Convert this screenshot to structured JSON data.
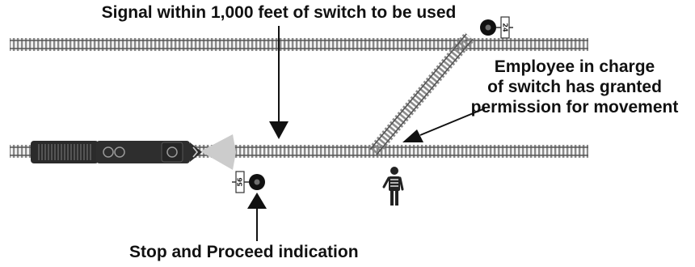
{
  "labels": {
    "signal_distance": "Signal within 1,000 feet of switch to be used",
    "employee_permission": [
      "Employee in charge",
      "of switch has granted",
      "permission for movement"
    ],
    "stop_proceed": "Stop and Proceed indication"
  },
  "signals": {
    "upper_number": "24",
    "lower_number": "56"
  },
  "icons": {
    "train": "train-icon",
    "headlight": "headlight-beam-icon",
    "signal": "signal-icon",
    "employee": "employee-icon",
    "arrow": "arrow-icon"
  }
}
